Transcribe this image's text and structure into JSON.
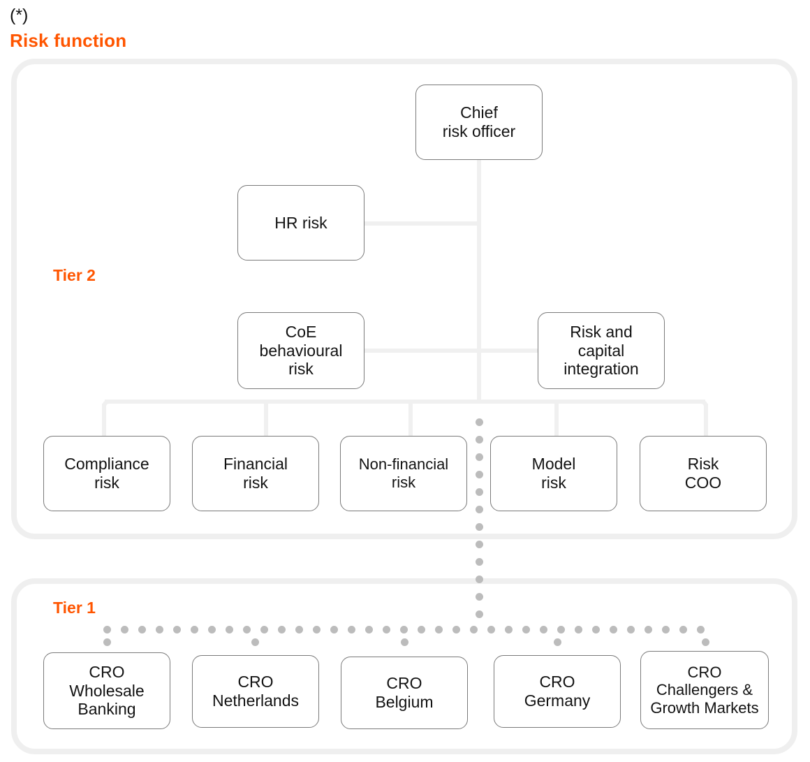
{
  "header": {
    "asterisk": "(*)",
    "title": "Risk function"
  },
  "tiers": [
    {
      "id": "tier2",
      "label": "Tier 2"
    },
    {
      "id": "tier1",
      "label": "Tier 1"
    }
  ],
  "colors": {
    "accent_orange": "#FF5500",
    "container_border": "#EFEFEF",
    "connector_line": "#F0F0F0",
    "connector_dot": "#BCBCBC",
    "node_border": "#7A7A7A",
    "node_text": "#121212",
    "background": "#FFFFFF"
  },
  "nodes": {
    "chief_risk_officer": "Chief\nrisk officer",
    "hr_risk": "HR risk",
    "coe_behavioural_risk": "CoE\nbehavioural\nrisk",
    "risk_and_capital_integration": "Risk and\ncapital\nintegration",
    "tier2_row": [
      "Compliance\nrisk",
      "Financial\nrisk",
      "Non-financial\nrisk",
      "Model\nrisk",
      "Risk\nCOO"
    ],
    "tier1_row": [
      "CRO\nWholesale\nBanking",
      "CRO\nNetherlands",
      "CRO\nBelgium",
      "CRO\nGermany",
      "CRO\nChallengers &\nGrowth Markets"
    ]
  }
}
